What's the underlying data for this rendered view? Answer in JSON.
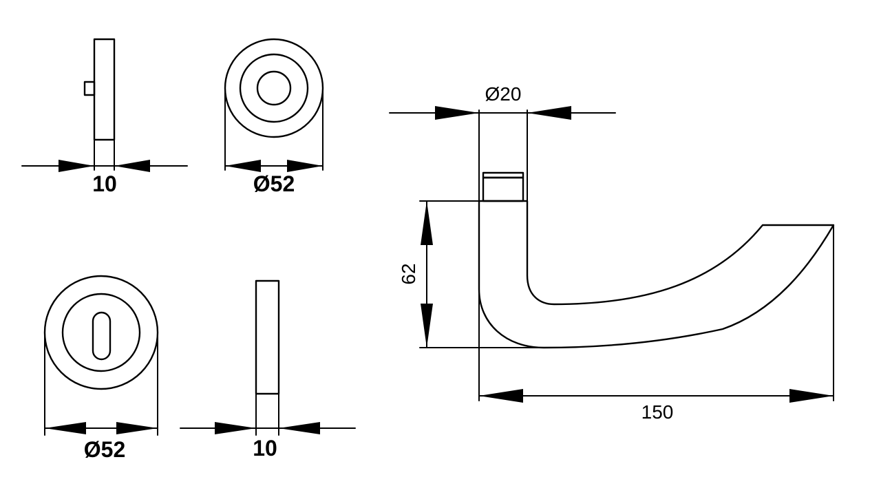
{
  "dimensions": {
    "rose_side_thickness": "10",
    "rose_diameter": "Ø52",
    "escutcheon_diameter": "Ø52",
    "escutcheon_side_thickness": "10",
    "lever_neck_diameter": "Ø20",
    "lever_height": "62",
    "lever_length": "150"
  }
}
